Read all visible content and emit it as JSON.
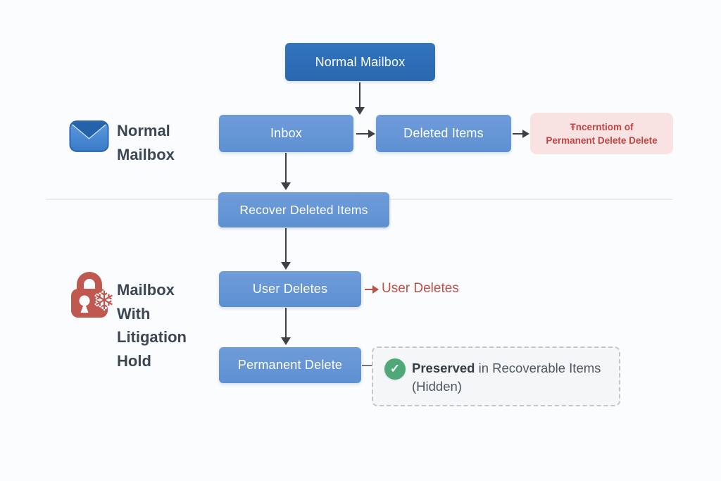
{
  "title": "Mailbox litigation hold flow diagram",
  "colors": {
    "primary_box": "#2d6db8",
    "secondary_box": "#699ad8",
    "pink_note_bg": "#f9e2e2",
    "red_text": "#c0504a",
    "label_text": "#3c4756",
    "green_check": "#4fa878",
    "arrow": "#3c4147"
  },
  "flow": {
    "root_box": "Normal Mailbox",
    "inbox_box": "Inbox",
    "deleted_items_box": "Deleted Items",
    "pink_note_line1": "Ŧncerntiom of",
    "pink_note_line2": "Permanent Delete Delete",
    "recover_box": "Recover Deleted Items",
    "user_deletes_box": "User Deletes",
    "user_deletes_note": "User Deletes",
    "permanent_delete_box": "Permanent Delete",
    "preserved_bold": "Preserved",
    "preserved_rest": " in Recoverable Items",
    "preserved_line2": "(Hidden)"
  },
  "legend": {
    "normal_mailbox": {
      "icon": "envelope-icon",
      "lines": [
        "Normal",
        "Mailbox"
      ]
    },
    "litigation_hold": {
      "icon": "lock-snowflake-icon",
      "lines": [
        "Mailbox",
        "With",
        "Litigation",
        "Hold"
      ]
    }
  },
  "icons": {
    "check_glyph": "✓",
    "snowflake_glyph": "❄"
  }
}
